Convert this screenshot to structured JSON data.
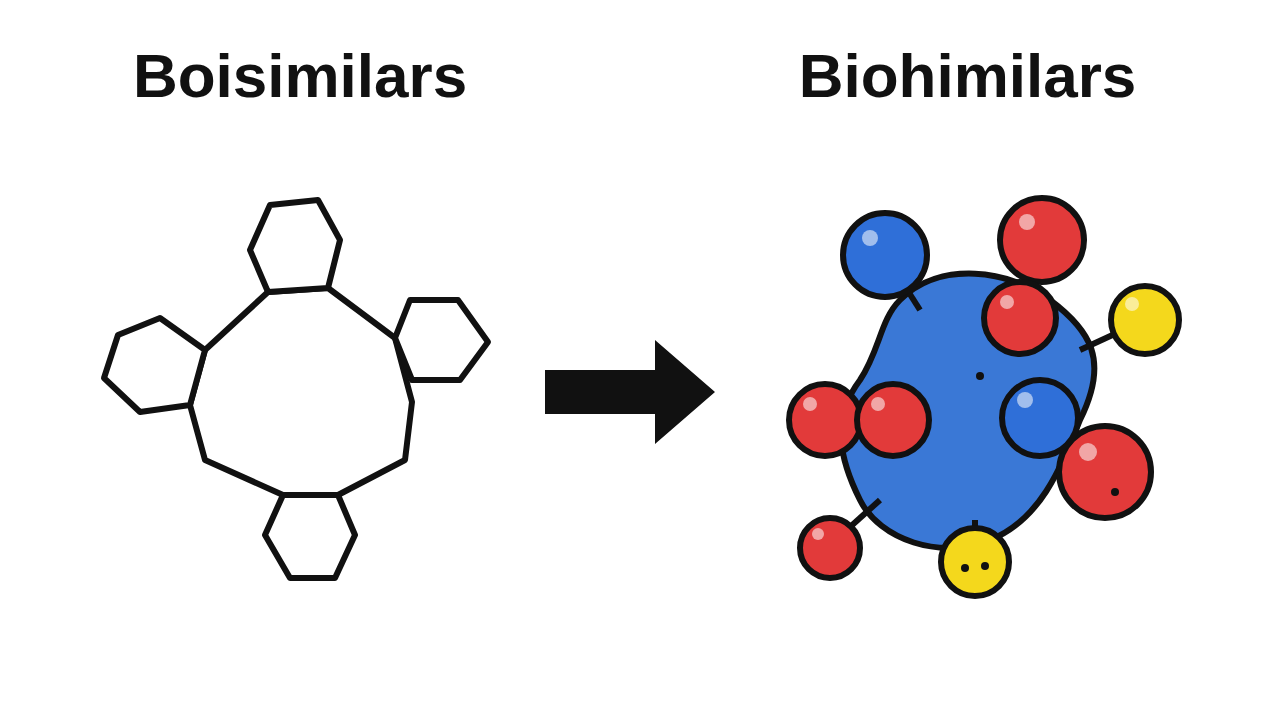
{
  "diagram": {
    "nodes": [
      {
        "text": [
          "Boisimilars"
        ]
      },
      {
        "text": [
          "Biohimilars"
        ]
      }
    ],
    "edges": [
      {
        "from": 0,
        "to": 1,
        "arrow": "to"
      }
    ]
  }
}
